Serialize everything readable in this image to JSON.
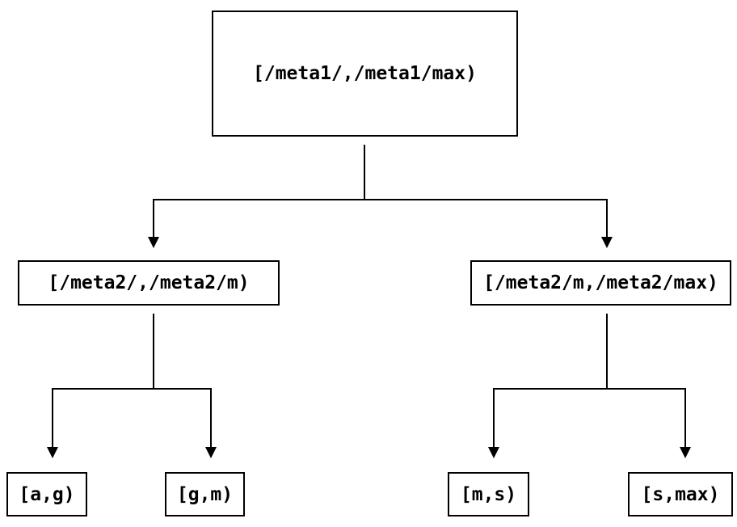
{
  "diagram": {
    "type": "binary-tree",
    "colors": {
      "background": "#ffffff",
      "line": "#000000",
      "text": "#000000"
    },
    "nodes": {
      "root": {
        "label": "[/meta1/,/meta1/max)"
      },
      "meta2_left": {
        "label": "[/meta2/,/meta2/m)"
      },
      "meta2_right": {
        "label": "[/meta2/m,/meta2/max)"
      },
      "leaf_ag": {
        "label": "[a,g)"
      },
      "leaf_gm": {
        "label": "[g,m)"
      },
      "leaf_ms": {
        "label": "[m,s)"
      },
      "leaf_smax": {
        "label": "[s,max)"
      }
    },
    "edges": [
      {
        "from": "root",
        "to": "meta2_left"
      },
      {
        "from": "root",
        "to": "meta2_right"
      },
      {
        "from": "meta2_left",
        "to": "leaf_ag"
      },
      {
        "from": "meta2_left",
        "to": "leaf_gm"
      },
      {
        "from": "meta2_right",
        "to": "leaf_ms"
      },
      {
        "from": "meta2_right",
        "to": "leaf_smax"
      }
    ]
  }
}
